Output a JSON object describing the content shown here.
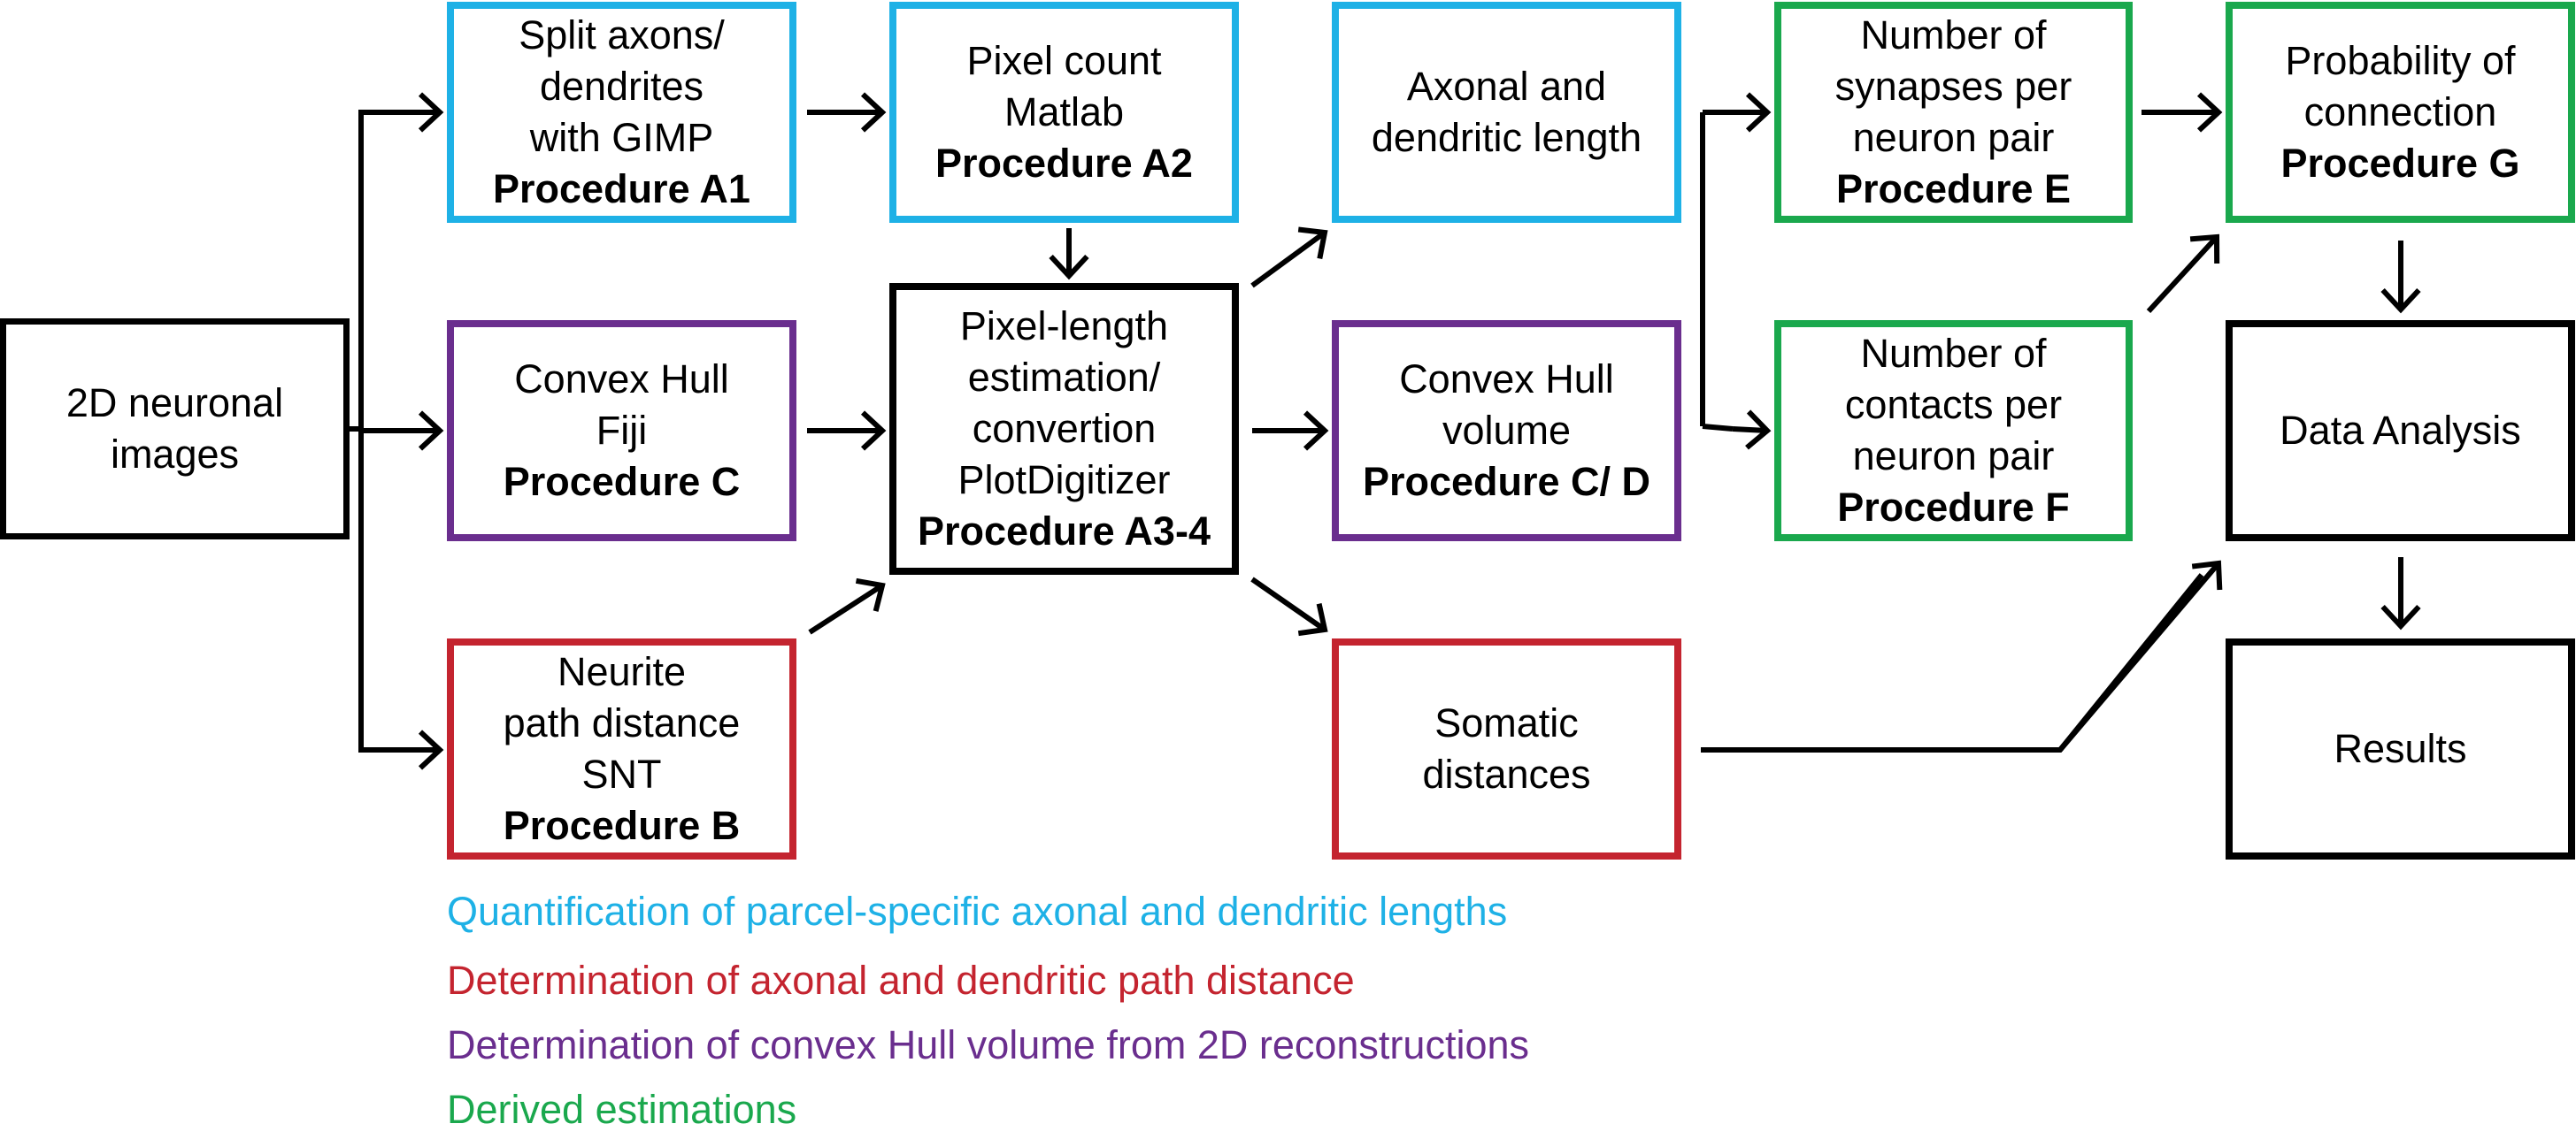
{
  "colors": {
    "blue": "#1EB1E6",
    "purple": "#6A2E8E",
    "red": "#C4242F",
    "green": "#1AA84D",
    "black": "#000000"
  },
  "nodes": {
    "input_images": {
      "color": "black",
      "lines": [
        {
          "text": "2D neuronal"
        },
        {
          "text": "images"
        }
      ]
    },
    "split_axons": {
      "color": "blue",
      "lines": [
        {
          "text": "Split axons/"
        },
        {
          "text": "dendrites"
        },
        {
          "text": "with GIMP"
        },
        {
          "text": "Procedure A1",
          "bold": true
        }
      ]
    },
    "pixel_count": {
      "color": "blue",
      "lines": [
        {
          "text": "Pixel count"
        },
        {
          "text": "Matlab"
        },
        {
          "text": "Procedure A2",
          "bold": true
        }
      ]
    },
    "axonal_length": {
      "color": "blue",
      "lines": [
        {
          "text": "Axonal and"
        },
        {
          "text": "dendritic length"
        }
      ]
    },
    "synapses_pair": {
      "color": "green",
      "lines": [
        {
          "text": "Number of"
        },
        {
          "text": "synapses per"
        },
        {
          "text": "neuron pair"
        },
        {
          "text": "Procedure E",
          "bold": true
        }
      ]
    },
    "probability": {
      "color": "green",
      "lines": [
        {
          "text": "Probability of"
        },
        {
          "text": "connection"
        },
        {
          "text": "Procedure G",
          "bold": true
        }
      ]
    },
    "convex_hull_fiji": {
      "color": "purple",
      "lines": [
        {
          "text": "Convex Hull"
        },
        {
          "text": "Fiji"
        },
        {
          "text": "Procedure C",
          "bold": true
        }
      ]
    },
    "pixel_length": {
      "color": "black",
      "lines": [
        {
          "text": "Pixel-length"
        },
        {
          "text": "estimation/"
        },
        {
          "text": "convertion"
        },
        {
          "text": "PlotDigitizer"
        },
        {
          "text": "Procedure A3-4",
          "bold": true
        }
      ]
    },
    "convex_hull_volume": {
      "color": "purple",
      "lines": [
        {
          "text": "Convex Hull"
        },
        {
          "text": "volume"
        },
        {
          "text": "Procedure C/ D",
          "bold": true
        }
      ]
    },
    "contacts_pair": {
      "color": "green",
      "lines": [
        {
          "text": "Number of"
        },
        {
          "text": "contacts per"
        },
        {
          "text": "neuron pair"
        },
        {
          "text": "Procedure F",
          "bold": true
        }
      ]
    },
    "data_analysis": {
      "color": "black",
      "lines": [
        {
          "text": "Data Analysis"
        }
      ]
    },
    "neurite_path": {
      "color": "red",
      "lines": [
        {
          "text": "Neurite"
        },
        {
          "text": "path distance"
        },
        {
          "text": "SNT"
        },
        {
          "text": "Procedure B",
          "bold": true
        }
      ]
    },
    "somatic_distances": {
      "color": "red",
      "lines": [
        {
          "text": "Somatic"
        },
        {
          "text": "distances"
        }
      ]
    },
    "results": {
      "color": "black",
      "lines": [
        {
          "text": "Results"
        }
      ]
    }
  },
  "legend": [
    {
      "text": "Quantification of parcel-specific axonal and dendritic lengths",
      "color": "blue"
    },
    {
      "text": "Determination of axonal and dendritic path distance",
      "color": "red"
    },
    {
      "text": "Determination of convex Hull volume from 2D reconstructions",
      "color": "purple"
    },
    {
      "text": "Derived estimations",
      "color": "green"
    }
  ]
}
